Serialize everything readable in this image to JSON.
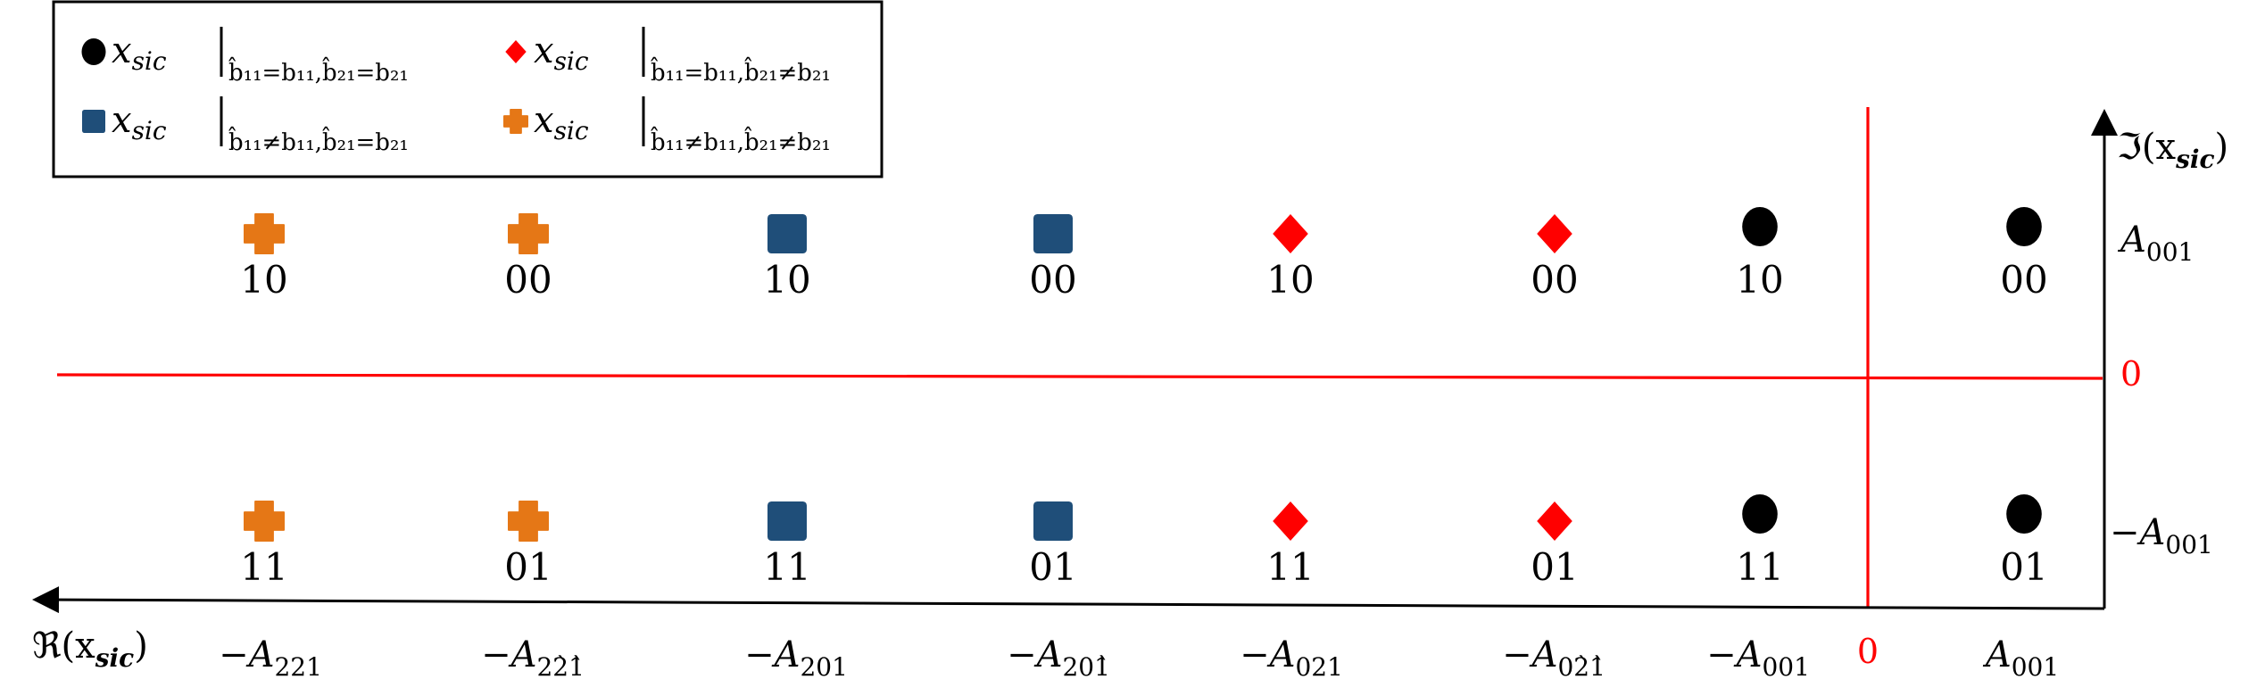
{
  "colors": {
    "black_group": "#000000",
    "red_group": "#ff0000",
    "blue_group": "#1f4e79",
    "orange_group": "#e57716",
    "reference_lines": "#ff0000",
    "axes": "#000000"
  },
  "legend": {
    "entries": [
      {
        "marker": "circle",
        "color": "#000000",
        "main": "x",
        "sub": "sic",
        "cond_a": "b̂₁₁=b₁₁",
        "cond_b": "b̂₂₁=b₂₁"
      },
      {
        "marker": "diamond",
        "color": "#ff0000",
        "main": "x",
        "sub": "sic",
        "cond_a": "b̂₁₁=b₁₁",
        "cond_b": "b̂₂₁≠b₂₁"
      },
      {
        "marker": "square",
        "color": "#1f4e79",
        "main": "x",
        "sub": "sic",
        "cond_a": "b̂₁₁≠b₁₁",
        "cond_b": "b̂₂₁=b₂₁"
      },
      {
        "marker": "cross",
        "color": "#e57716",
        "main": "x",
        "sub": "sic",
        "cond_a": "b̂₁₁≠b₁₁",
        "cond_b": "b̂₂₁≠b₂₁"
      }
    ]
  },
  "axes": {
    "real_label": "ℜ(x",
    "real_sub": "sic",
    "real_close": ")",
    "imag_label": "ℑ(x",
    "imag_sub": "sic",
    "imag_close": ")",
    "origin_x_label": "0",
    "origin_y_label": "0",
    "y_ticks": [
      {
        "sign": "",
        "base": "A",
        "sub": "001"
      },
      {
        "sign": "−",
        "base": "A",
        "sub": "001"
      }
    ],
    "x_ticks": [
      {
        "sign": "−",
        "base": "A",
        "sub": "221"
      },
      {
        "sign": "−",
        "base": "A",
        "sub": "22̀1̀"
      },
      {
        "sign": "−",
        "base": "A",
        "sub": "201"
      },
      {
        "sign": "−",
        "base": "A",
        "sub": "201̀"
      },
      {
        "sign": "−",
        "base": "A",
        "sub": "021"
      },
      {
        "sign": "−",
        "base": "A",
        "sub": "02̀1̀"
      },
      {
        "sign": "−",
        "base": "A",
        "sub": "001"
      },
      {
        "sign": "",
        "base": "A",
        "sub": "001"
      }
    ]
  },
  "points": {
    "top_row": [
      {
        "marker": "cross",
        "color": "#e57716",
        "label": "10"
      },
      {
        "marker": "cross",
        "color": "#e57716",
        "label": "00"
      },
      {
        "marker": "square",
        "color": "#1f4e79",
        "label": "10"
      },
      {
        "marker": "square",
        "color": "#1f4e79",
        "label": "00"
      },
      {
        "marker": "diamond",
        "color": "#ff0000",
        "label": "10"
      },
      {
        "marker": "diamond",
        "color": "#ff0000",
        "label": "00"
      },
      {
        "marker": "circle",
        "color": "#000000",
        "label": "10"
      },
      {
        "marker": "circle",
        "color": "#000000",
        "label": "00"
      }
    ],
    "bottom_row": [
      {
        "marker": "cross",
        "color": "#e57716",
        "label": "11"
      },
      {
        "marker": "cross",
        "color": "#e57716",
        "label": "01"
      },
      {
        "marker": "square",
        "color": "#1f4e79",
        "label": "11"
      },
      {
        "marker": "square",
        "color": "#1f4e79",
        "label": "01"
      },
      {
        "marker": "diamond",
        "color": "#ff0000",
        "label": "11"
      },
      {
        "marker": "diamond",
        "color": "#ff0000",
        "label": "01"
      },
      {
        "marker": "circle",
        "color": "#000000",
        "label": "11"
      },
      {
        "marker": "circle",
        "color": "#000000",
        "label": "01"
      }
    ]
  }
}
